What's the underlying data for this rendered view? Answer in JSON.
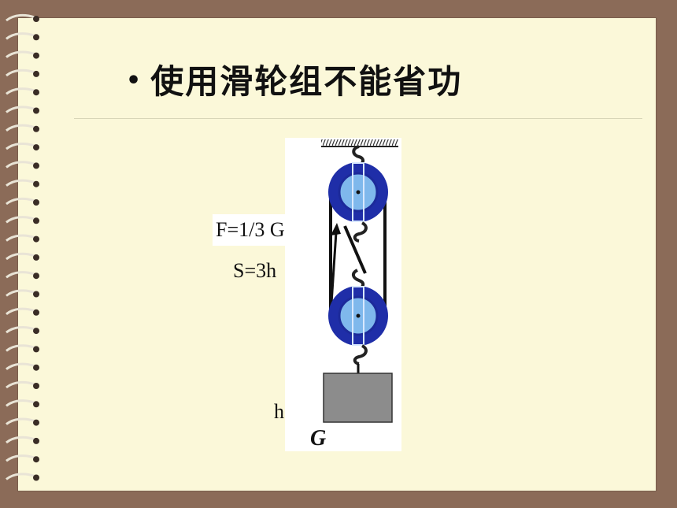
{
  "slide": {
    "bullet": "•",
    "title": "使用滑轮组不能省功"
  },
  "diagram": {
    "force_label": "F=1/3 G",
    "distance_label": "S=3h",
    "height_label": "h",
    "weight_label": "G"
  },
  "colors": {
    "background": "#8b6b58",
    "page": "#fbf8d9",
    "pulley_outer": "#1f2ea8",
    "pulley_inner": "#7fb8ec",
    "load": "#8c8c8c"
  }
}
